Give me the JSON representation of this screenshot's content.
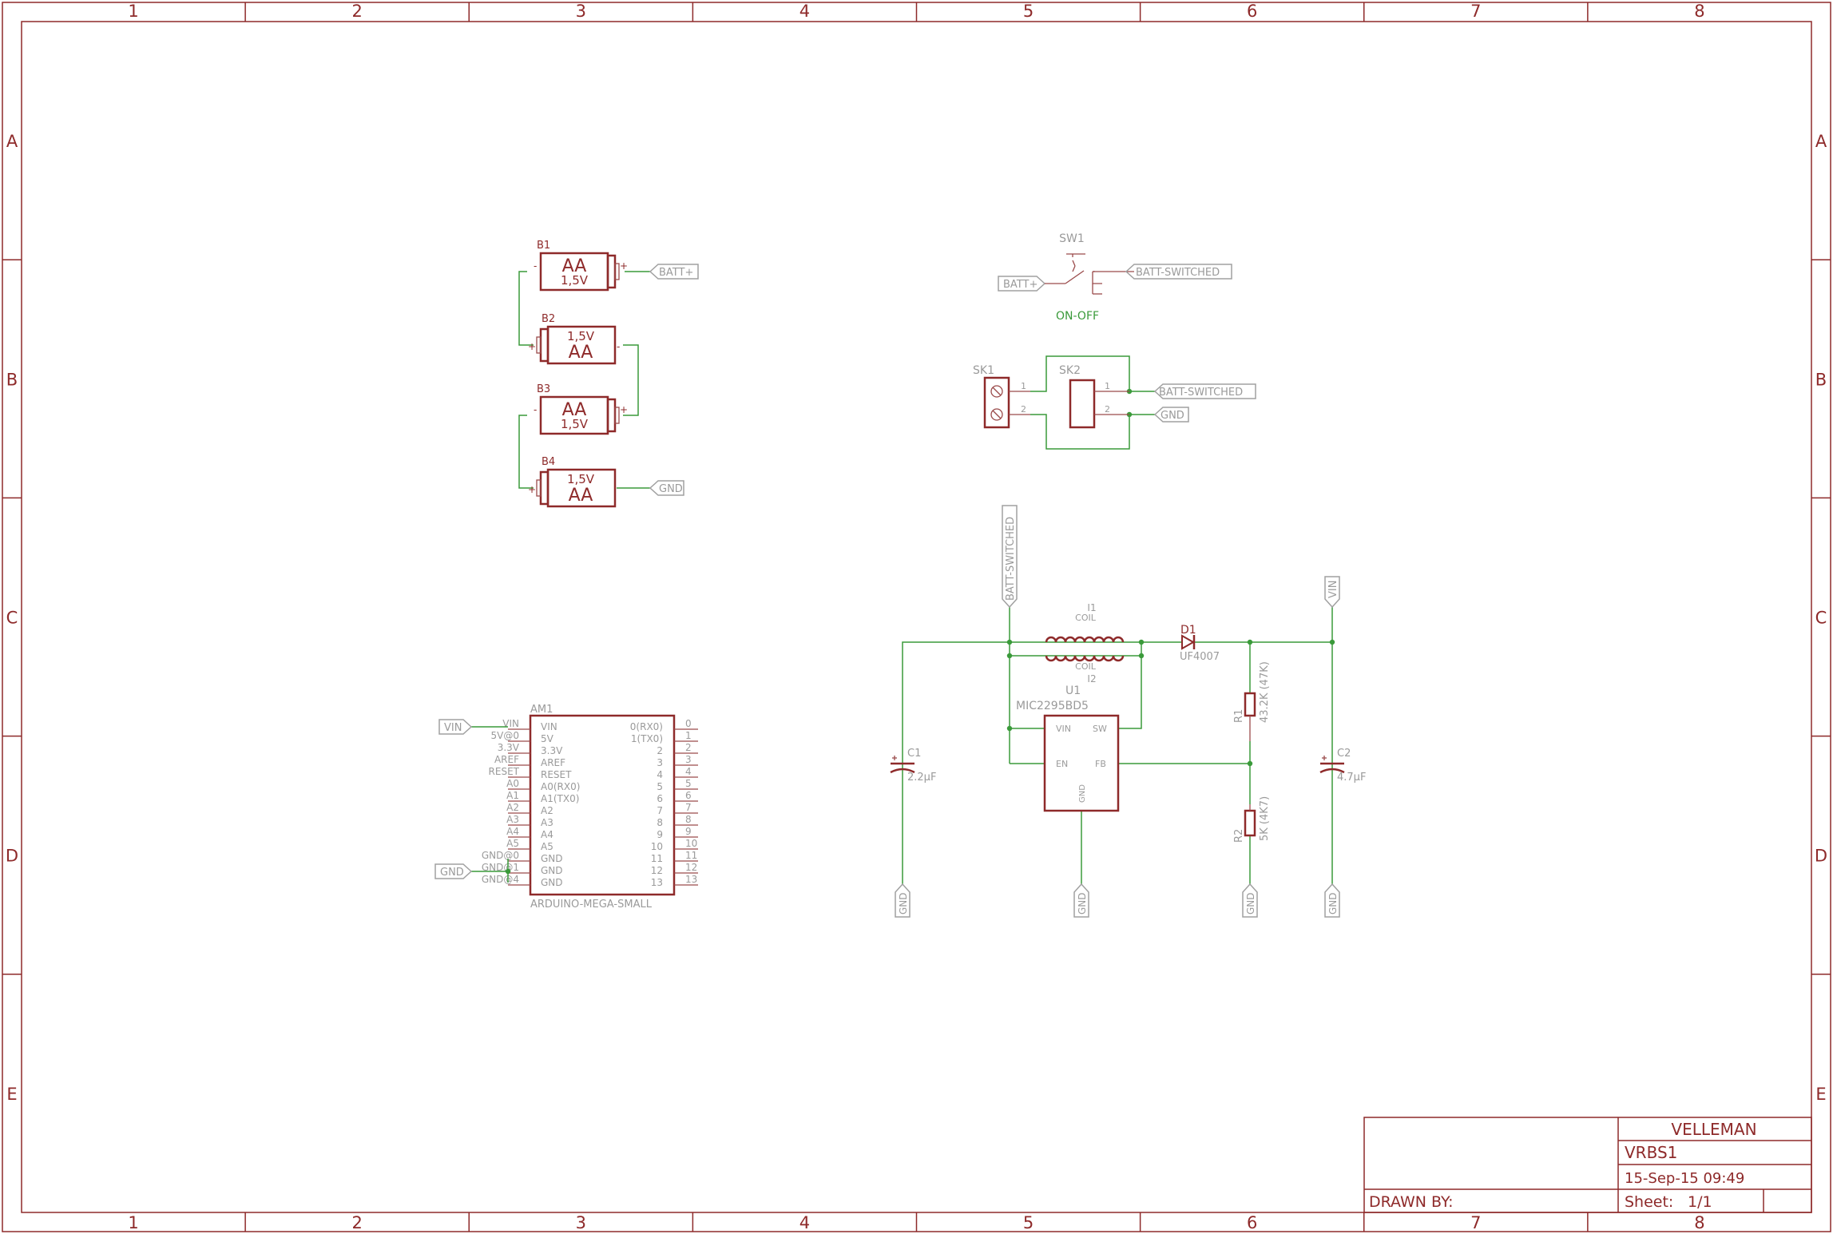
{
  "frame": {
    "columns": [
      "1",
      "2",
      "3",
      "4",
      "5",
      "6",
      "7",
      "8"
    ],
    "rows": [
      "A",
      "B",
      "C",
      "D",
      "E"
    ]
  },
  "title_block": {
    "company": "VELLEMAN",
    "project": "VRBS1",
    "date": "15-Sep-15 09:49",
    "drawn_by": "DRAWN BY:",
    "sheet_label": "Sheet:",
    "sheet_value": "1/1"
  },
  "batteries": [
    {
      "ref": "B1",
      "type": "AA",
      "voltage": "1,5V"
    },
    {
      "ref": "B2",
      "type": "AA",
      "voltage": "1,5V"
    },
    {
      "ref": "B3",
      "type": "AA",
      "voltage": "1,5V"
    },
    {
      "ref": "B4",
      "type": "AA",
      "voltage": "1,5V"
    }
  ],
  "switch": {
    "ref": "SW1",
    "value": "ON-OFF"
  },
  "connectors": {
    "sk1": "SK1",
    "sk2": "SK2",
    "pin1": "1",
    "pin2": "2"
  },
  "nets": {
    "batt_plus": "BATT+",
    "batt_switched": "BATT-SWITCHED",
    "gnd": "GND",
    "vin": "VIN"
  },
  "inductor": {
    "ref1": "I1",
    "ref2": "I2",
    "value": "COIL"
  },
  "diode": {
    "ref": "D1",
    "value": "UF4007"
  },
  "regulator": {
    "ref": "U1",
    "value": "MIC2295BD5",
    "pin_vin": "VIN",
    "pin_sw": "SW",
    "pin_en": "EN",
    "pin_fb": "FB",
    "pin_gnd": "GND"
  },
  "resistors": [
    {
      "ref": "R1",
      "value": "43.2K (47K)"
    },
    {
      "ref": "R2",
      "value": "5K (4K7)"
    }
  ],
  "capacitors": [
    {
      "ref": "C1",
      "value": "2.2µF"
    },
    {
      "ref": "C2",
      "value": "4.7µF"
    }
  ],
  "arduino": {
    "ref": "AM1",
    "value": "ARDUINO-MEGA-SMALL",
    "left_pins": [
      {
        "outer": "VIN",
        "inner": "VIN"
      },
      {
        "outer": "5V@0",
        "inner": "5V"
      },
      {
        "outer": "3.3V",
        "inner": "3.3V"
      },
      {
        "outer": "AREF",
        "inner": "AREF"
      },
      {
        "outer": "RESET",
        "inner": "RESET"
      },
      {
        "outer": "A0",
        "inner": "A0(RX0)"
      },
      {
        "outer": "A1",
        "inner": "A1(TX0)"
      },
      {
        "outer": "A2",
        "inner": "A2"
      },
      {
        "outer": "A3",
        "inner": "A3"
      },
      {
        "outer": "A4",
        "inner": "A4"
      },
      {
        "outer": "A5",
        "inner": "A5"
      },
      {
        "outer": "GND@0",
        "inner": "GND"
      },
      {
        "outer": "GND@1",
        "inner": "GND"
      },
      {
        "outer": "GND@4",
        "inner": "GND"
      }
    ],
    "right_pins": [
      {
        "inner": "0(RX0)",
        "outer": "0"
      },
      {
        "inner": "1(TX0)",
        "outer": "1"
      },
      {
        "inner": "2",
        "outer": "2"
      },
      {
        "inner": "3",
        "outer": "3"
      },
      {
        "inner": "4",
        "outer": "4"
      },
      {
        "inner": "5",
        "outer": "5"
      },
      {
        "inner": "6",
        "outer": "6"
      },
      {
        "inner": "7",
        "outer": "7"
      },
      {
        "inner": "8",
        "outer": "8"
      },
      {
        "inner": "9",
        "outer": "9"
      },
      {
        "inner": "10",
        "outer": "10"
      },
      {
        "inner": "11",
        "outer": "11"
      },
      {
        "inner": "12",
        "outer": "12"
      },
      {
        "inner": "13",
        "outer": "13"
      }
    ]
  }
}
